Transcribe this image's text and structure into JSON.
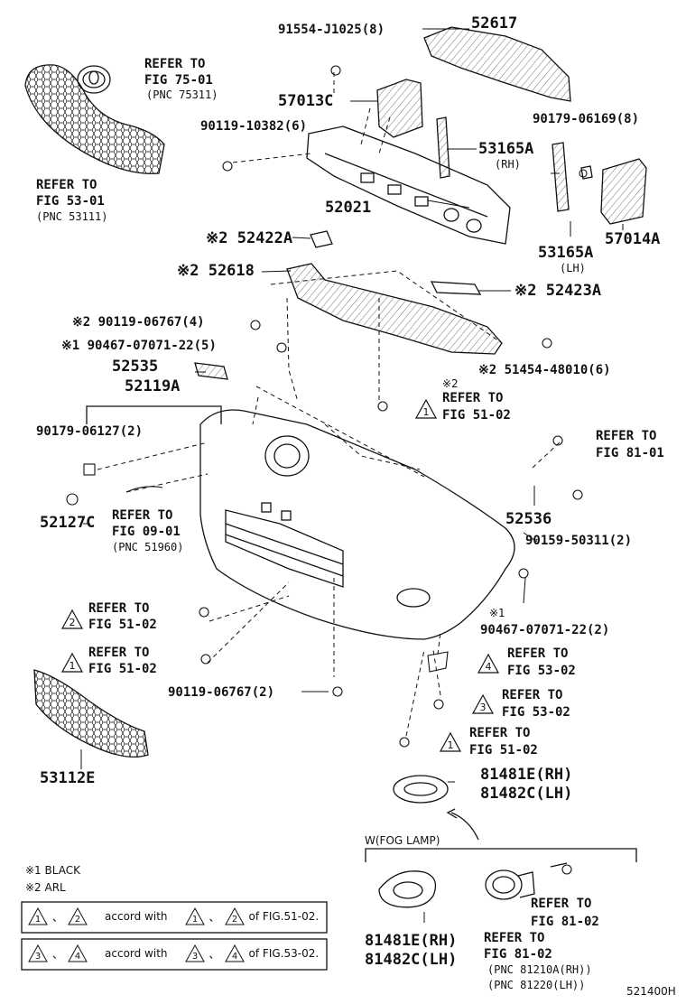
{
  "labels": {
    "p91554": "91554-J1025(8)",
    "p52617": "52617",
    "p57013C": "57013C",
    "p90119a": "90119-10382(6)",
    "p53165A_rh": "53165A",
    "rh_small": "(RH)",
    "p90179a": "90179-06169(8)",
    "p52021": "52021",
    "p53165A_lh": "53165A",
    "lh_small": "(LH)",
    "p57014A": "57014A",
    "p52422A": "※2 52422A",
    "p52618": "※2 52618",
    "p52423A": "※2 52423A",
    "p90119b": "※2 90119-06767(4)",
    "p90467a": "※1 90467-07071-22(5)",
    "p51454": "※2 51454-48010(6)",
    "p52535": "52535",
    "p52119A": "52119A",
    "p90179b": "90179-06127(2)",
    "p52127C": "52127C",
    "p52536": "52536",
    "p90159": "90159-50311(2)",
    "p90467b": "90467-07071-22(2)",
    "p90119c": "90119-06767(2)",
    "p53112E": "53112E",
    "p81481E_a": "81481E(RH)",
    "p81482C_a": "81482C(LH)",
    "p81481E_b": "81481E(RH)",
    "p81482C_b": "81482C(LH)",
    "mark1": "※1",
    "mark2": "※2"
  },
  "refers": {
    "r75_1": "REFER TO",
    "r75_2": "FIG 75-01",
    "r75_3": "(PNC 75311)",
    "r53_1": "REFER TO",
    "r53_2": "FIG 53-01",
    "r53_3": "(PNC 53111)",
    "r51a_1": "REFER TO",
    "r51a_2": "FIG 51-02",
    "r81a_1": "REFER TO",
    "r81a_2": "FIG 81-01",
    "r09_1": "REFER TO",
    "r09_2": "FIG 09-01",
    "r09_3": "(PNC 51960)",
    "r51b_1": "REFER TO",
    "r51b_2": "FIG 51-02",
    "r51c_1": "REFER TO",
    "r51c_2": "FIG 51-02",
    "r53b_1": "REFER TO",
    "r53b_2": "FIG 53-02",
    "r53c_1": "REFER TO",
    "r53c_2": "FIG 53-02",
    "r51d_1": "REFER TO",
    "r51d_2": "FIG 51-02",
    "r81b_1": "REFER TO",
    "r81b_2": "FIG 81-02",
    "r81c_1": "REFER TO",
    "r81c_2": "FIG 81-02",
    "r81c_3": "(PNC 81210A(RH))",
    "r81c_4": "(PNC 81220(LH))"
  },
  "triangles": [
    "2",
    "1",
    "4",
    "3",
    "1",
    "1"
  ],
  "legend": {
    "black": "※1 BLACK",
    "arl": "※2 ARL",
    "row1_a": "1",
    "row1_b": "2",
    "row1_text": "accord with",
    "row1_c": "1",
    "row1_d": "2",
    "row1_fig": "of FIG.51-02.",
    "row2_a": "3",
    "row2_b": "4",
    "row2_text": "accord with",
    "row2_c": "3",
    "row2_d": "4",
    "row2_fig": "of FIG.53-02.",
    "sep": "、"
  },
  "fog_lamp": "W(FOG LAMP)",
  "figure_code": "521400H"
}
